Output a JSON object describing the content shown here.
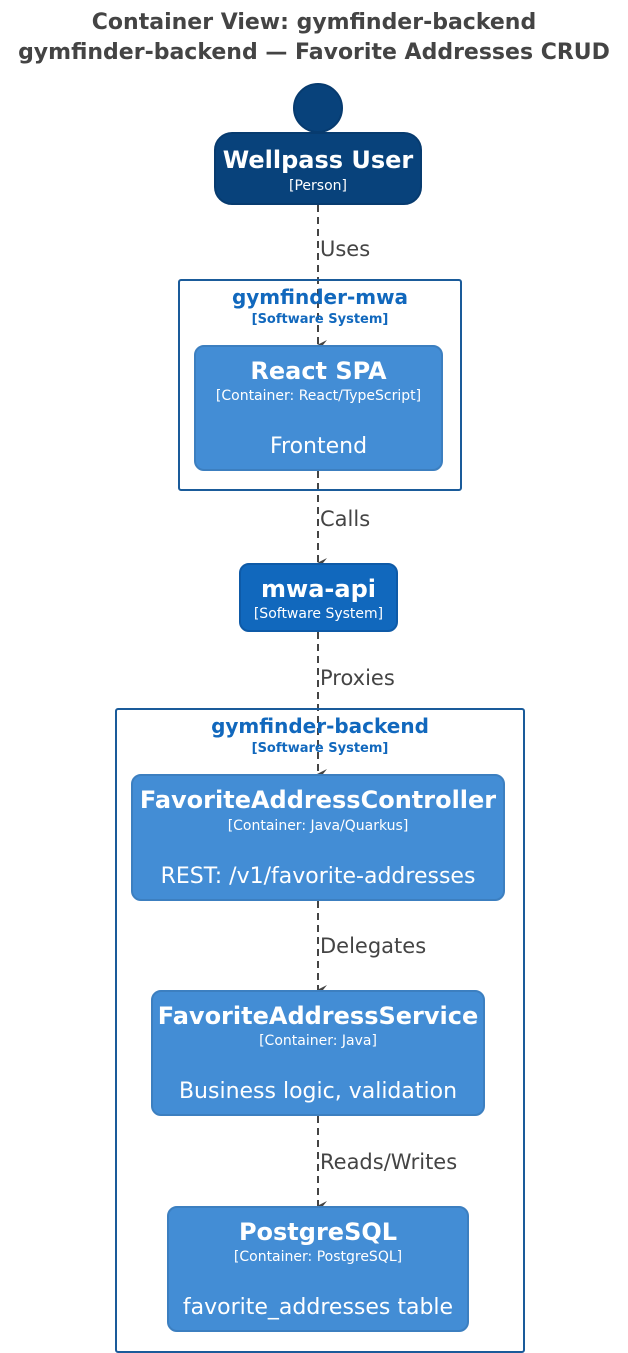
{
  "title": {
    "line1": "Container View: gymfinder-backend",
    "line2": "gymfinder-backend — Favorite Addresses CRUD"
  },
  "person": {
    "name": "Wellpass User",
    "type": "[Person]"
  },
  "boundaries": {
    "mwa": {
      "name": "gymfinder-mwa",
      "type": "[Software System]"
    },
    "backend": {
      "name": "gymfinder-backend",
      "type": "[Software System]"
    }
  },
  "containers": {
    "react": {
      "name": "React SPA",
      "type": "[Container: React/TypeScript]",
      "desc": "Frontend"
    },
    "controller": {
      "name": "FavoriteAddressController",
      "type": "[Container: Java/Quarkus]",
      "desc": "REST: /v1/favorite-addresses"
    },
    "service": {
      "name": "FavoriteAddressService",
      "type": "[Container: Java]",
      "desc": "Business logic, validation"
    },
    "postgres": {
      "name": "PostgreSQL",
      "type": "[Container: PostgreSQL]",
      "desc": "favorite_addresses table"
    }
  },
  "systems": {
    "mwa_api": {
      "name": "mwa-api",
      "type": "[Software System]"
    }
  },
  "relations": {
    "uses": "Uses",
    "calls": "Calls",
    "proxies": "Proxies",
    "delegates": "Delegates",
    "reads_writes": "Reads/Writes"
  },
  "colors": {
    "person": "#08427b",
    "system": "#1168bd",
    "container": "#438dd5",
    "boundary": "#1a5b9a",
    "text": "#444444"
  }
}
